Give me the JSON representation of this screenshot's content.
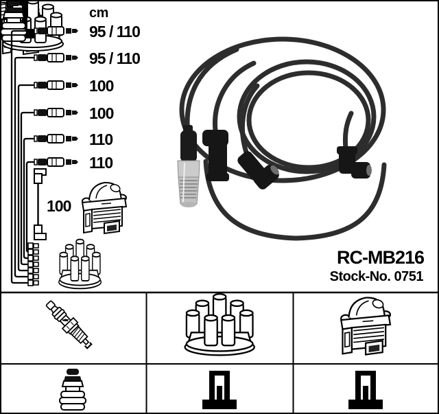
{
  "diagram": {
    "unit_header": "cm",
    "cables": [
      {
        "length": "95 / 110"
      },
      {
        "length": "95 / 110"
      },
      {
        "length": "100"
      },
      {
        "length": "100"
      },
      {
        "length": "110"
      },
      {
        "length": "110"
      }
    ],
    "coil_wire_length": "100"
  },
  "product": {
    "part_number": "RC-MB216",
    "stock_number": "Stock-No. 0751"
  },
  "components_table": {
    "row1": [
      {
        "icon": "spark-plug"
      },
      {
        "icon": "distributor-cap"
      },
      {
        "icon": "ignition-coil"
      }
    ],
    "row2": [
      {
        "icon": "plug-connector"
      },
      {
        "icon": "din-terminal"
      },
      {
        "icon": "din-terminal"
      }
    ]
  },
  "colors": {
    "background": "#ffffff",
    "line_art": "#000000",
    "photo_cable": "#2d2d2d",
    "metal_connector": "#c6c6c6"
  }
}
